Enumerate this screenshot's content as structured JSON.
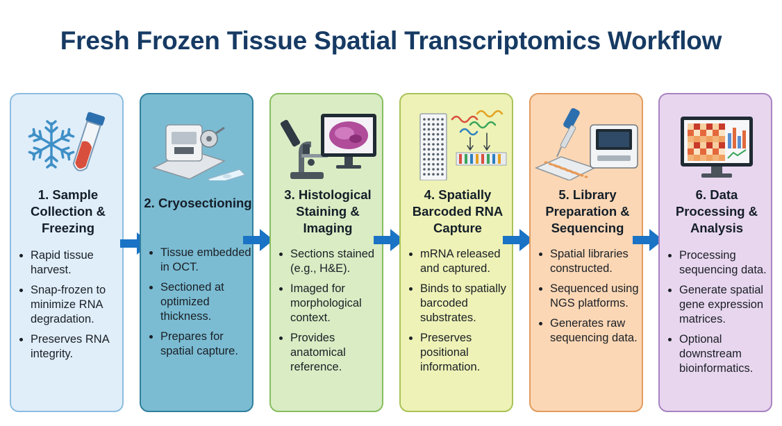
{
  "title": "Fresh Frozen Tissue Spatial Transcriptomics Workflow",
  "steps": [
    {
      "title": "1. Sample Collection & Freezing",
      "bullets": [
        "Rapid tissue harvest.",
        "Snap-frozen to minimize RNA degradation.",
        "Preserves RNA integrity."
      ]
    },
    {
      "title": "2. Cryosectioning",
      "bullets": [
        "Tissue embedded in OCT.",
        "Sectioned at optimized thickness.",
        "Prepares for spatial capture."
      ]
    },
    {
      "title": "3. Histological Staining & Imaging",
      "bullets": [
        "Sections stained (e.g., H&E).",
        "Imaged for morphological context.",
        "Provides anatomical reference."
      ]
    },
    {
      "title": "4. Spatially Barcoded RNA Capture",
      "bullets": [
        "mRNA released and captured.",
        "Binds to spatially barcoded substrates.",
        "Preserves positional information."
      ]
    },
    {
      "title": "5. Library Preparation & Sequencing",
      "bullets": [
        "Spatial libraries constructed.",
        "Sequenced using NGS platforms.",
        "Generates raw sequencing data."
      ]
    },
    {
      "title": "6. Data Processing & Analysis",
      "bullets": [
        "Processing sequencing data.",
        "Generate spatial gene expression matrices.",
        "Optional downstream bioinformatics."
      ]
    }
  ],
  "colors": {
    "title": "#163a63",
    "arrow": "#1a73c4",
    "step1": "#e0eefa",
    "step2": "#7bbcd3",
    "step3": "#d9ecc4",
    "step4": "#eef2b6",
    "step5": "#fbd7b5",
    "step6": "#e8d6ef"
  },
  "icons": [
    "snowflake-icon",
    "sample-tube-icon",
    "cryostat-icon",
    "microscope-icon",
    "monitor-tissue-icon",
    "barcode-slide-icon",
    "rna-strands-icon",
    "pipette-icon",
    "well-plate-icon",
    "sequencer-icon",
    "analysis-monitor-icon",
    "heatmap-icon"
  ]
}
